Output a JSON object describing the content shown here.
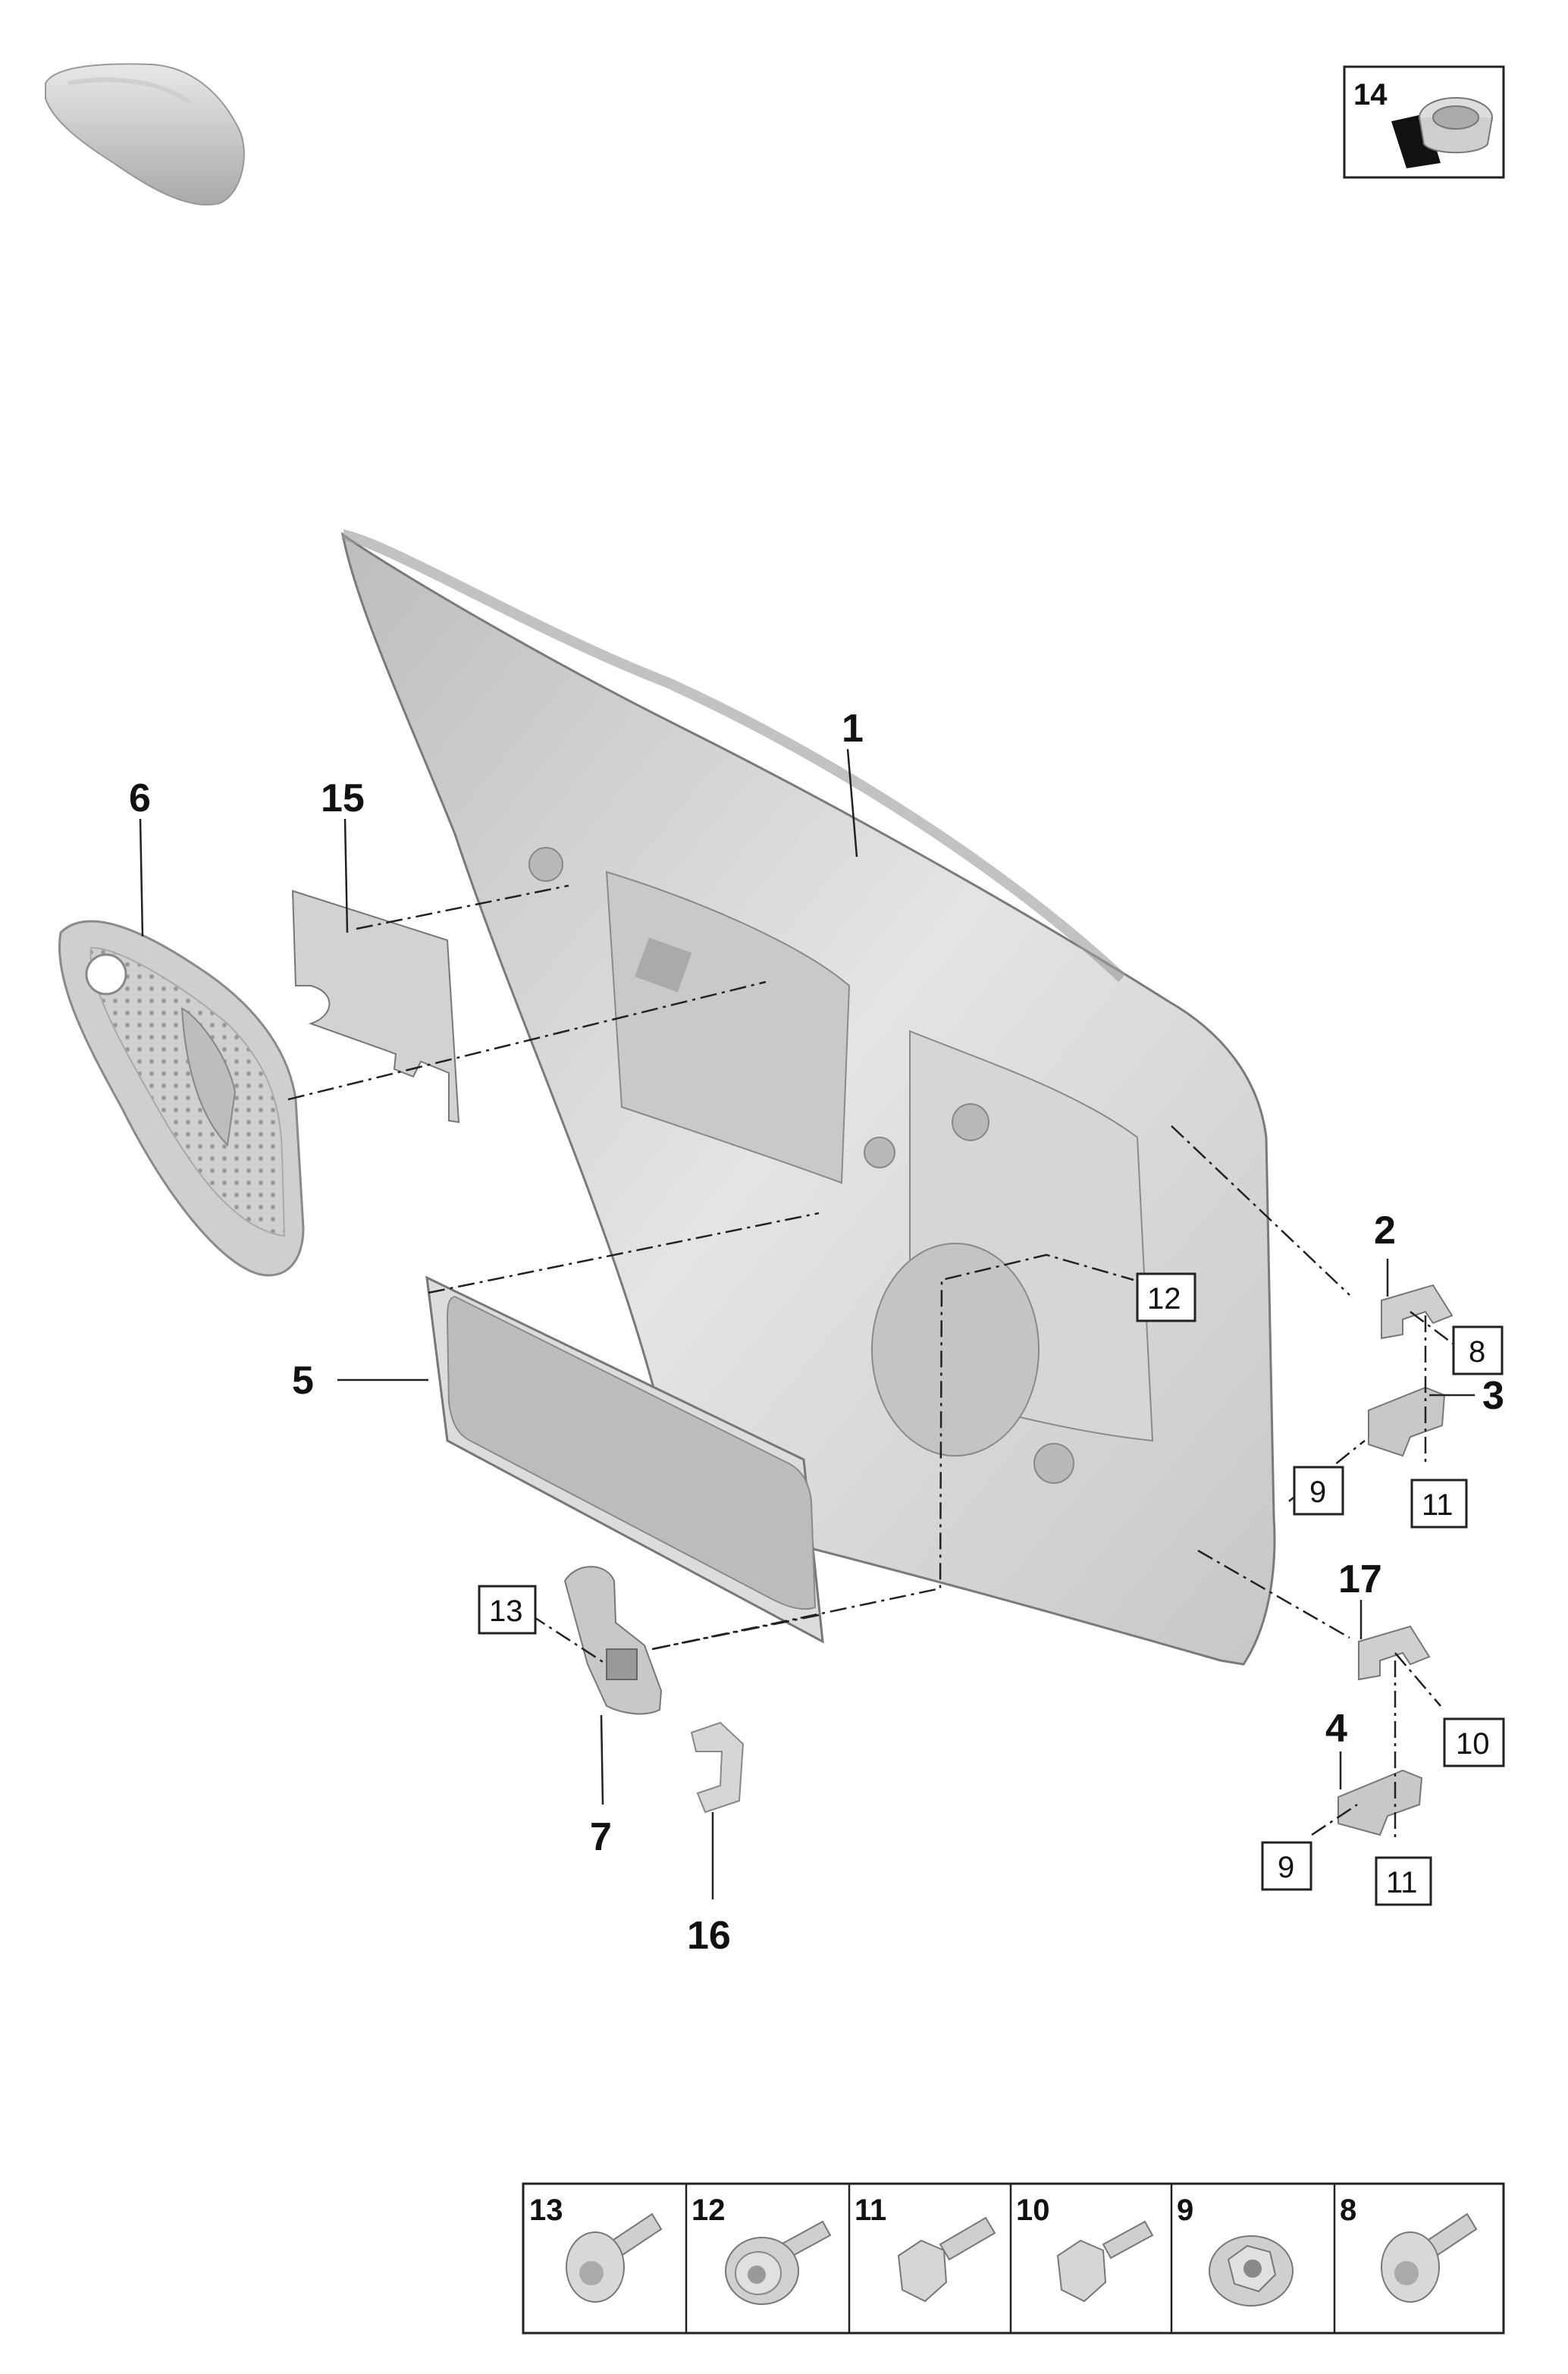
{
  "callouts": {
    "c1": "1",
    "c2": "2",
    "c3": "3",
    "c4": "4",
    "c5": "5",
    "c6": "6",
    "c7": "7",
    "c15": "15",
    "c16": "16",
    "c17": "17"
  },
  "boxed_refs": {
    "b8": "8",
    "b9a": "9",
    "b9b": "9",
    "b10": "10",
    "b11a": "11",
    "b11b": "11",
    "b12": "12",
    "b13": "13"
  },
  "inset": {
    "number": "14"
  },
  "fastener_legend": {
    "items": [
      {
        "number": "13",
        "icon": "torx-bolt-icon"
      },
      {
        "number": "12",
        "icon": "torx-flange-bolt-icon"
      },
      {
        "number": "11",
        "icon": "hex-flange-bolt-icon"
      },
      {
        "number": "10",
        "icon": "hex-flange-bolt-icon"
      },
      {
        "number": "9",
        "icon": "hex-flange-nut-icon"
      },
      {
        "number": "8",
        "icon": "torx-bolt-icon"
      }
    ]
  },
  "colors": {
    "line": "#222222",
    "part_fill": "#d9d9d9",
    "part_shade": "#b5b5b5",
    "background": "#ffffff"
  }
}
